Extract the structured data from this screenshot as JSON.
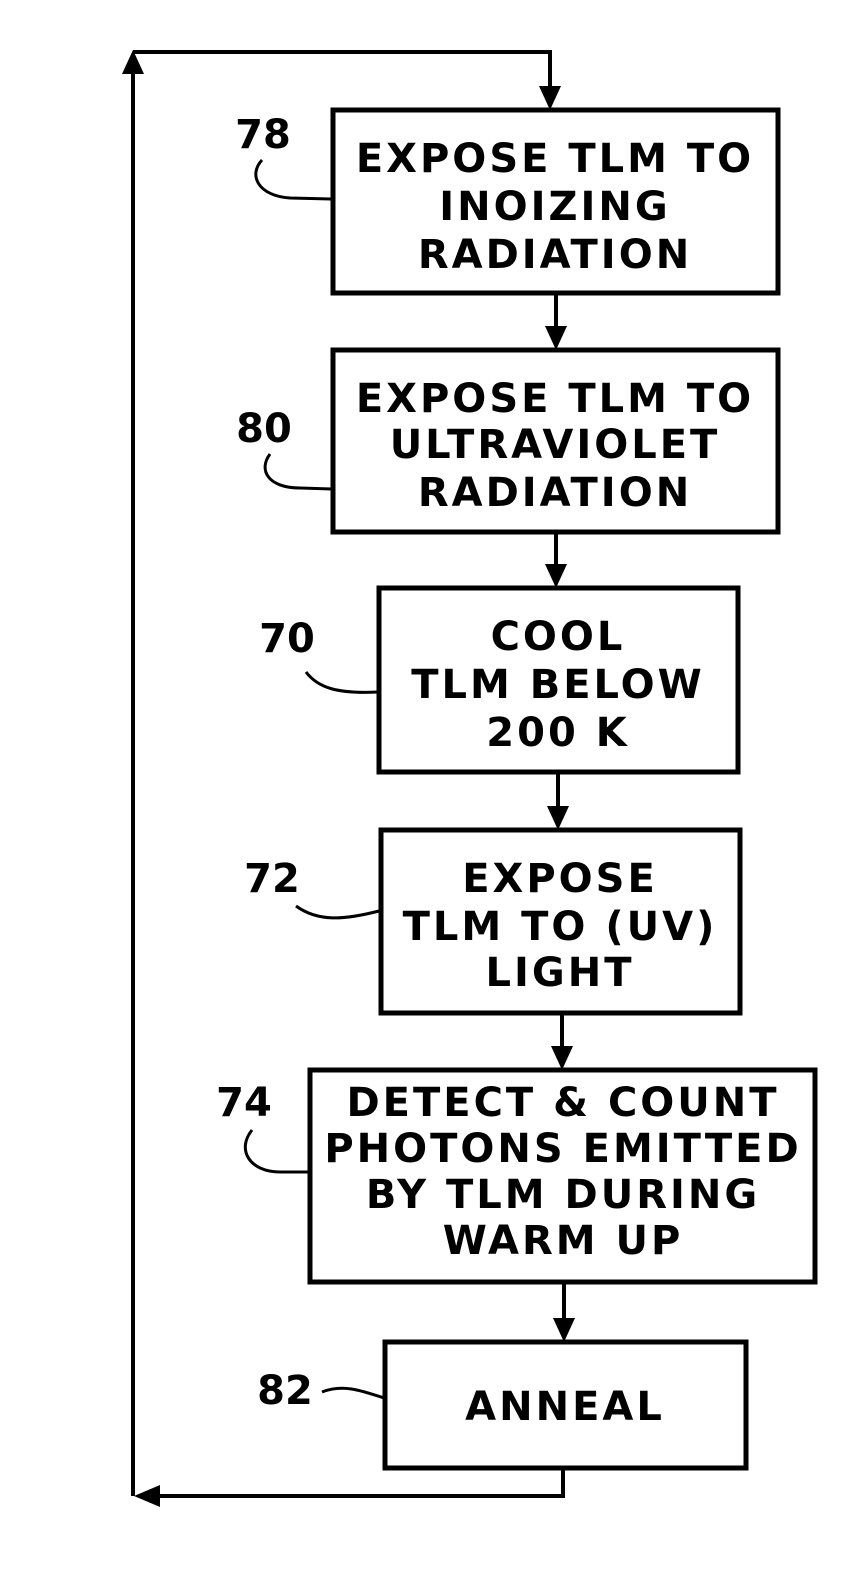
{
  "diagram": {
    "steps": [
      {
        "ref": "78",
        "lines": [
          "EXPOSE TLM TO",
          "INOIZING",
          "RADIATION"
        ]
      },
      {
        "ref": "80",
        "lines": [
          "EXPOSE TLM TO",
          "ULTRAVIOLET",
          "RADIATION"
        ]
      },
      {
        "ref": "70",
        "lines": [
          "COOL",
          "TLM BELOW",
          "200  K"
        ]
      },
      {
        "ref": "72",
        "lines": [
          "EXPOSE",
          "TLM TO (UV)",
          "LIGHT"
        ]
      },
      {
        "ref": "74",
        "lines": [
          "DETECT & COUNT",
          "PHOTONS EMITTED",
          "BY TLM DURING",
          "WARM UP"
        ]
      },
      {
        "ref": "82",
        "lines": [
          "ANNEAL"
        ]
      }
    ],
    "colors": {
      "ink": "#000000",
      "paper": "#ffffff"
    }
  }
}
